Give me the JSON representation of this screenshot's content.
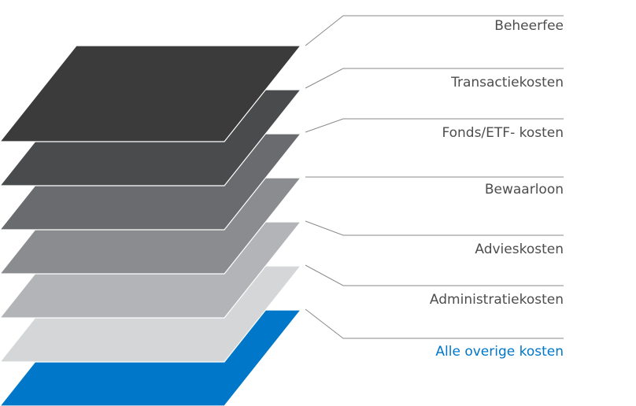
{
  "diagram": {
    "layers": [
      {
        "label": "Beheerfee",
        "color": "#3b3b3b",
        "highlight": false
      },
      {
        "label": "Transactiekosten",
        "color": "#4a4b4d",
        "highlight": false
      },
      {
        "label": "Fonds/ETF- kosten",
        "color": "#6a6b6e",
        "highlight": false
      },
      {
        "label": "Bewaarloon",
        "color": "#8b8c8f",
        "highlight": false
      },
      {
        "label": "Advieskosten",
        "color": "#b3b4b7",
        "highlight": false
      },
      {
        "label": "Administratiekosten",
        "color": "#d5d6d8",
        "highlight": false
      },
      {
        "label": "Alle overige kosten",
        "color": "#0077c8",
        "highlight": true
      }
    ],
    "colors": {
      "label_text": "#4d4d4d",
      "highlight_text": "#0077c8",
      "leader_line": "#8a8a8a",
      "layer_edge": "#ffffff"
    }
  }
}
